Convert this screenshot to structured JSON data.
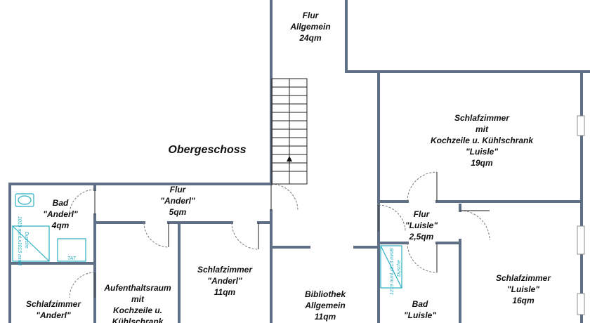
{
  "floor_title": "Obergeschoss",
  "rooms": [
    {
      "id": "flur-allgemein",
      "lines": [
        "Flur",
        "Allgemein",
        "24qm"
      ]
    },
    {
      "id": "schlafzimmer-kochzeile-luisle",
      "lines": [
        "Schlafzimmer",
        "mit",
        "Kochzeile u. Kühlschrank",
        "\"Luisle\"",
        "19qm"
      ]
    },
    {
      "id": "bad-anderl",
      "lines": [
        "Bad",
        "\"Anderl\"",
        "4qm"
      ]
    },
    {
      "id": "flur-anderl",
      "lines": [
        "Flur",
        "\"Anderl\"",
        "5qm"
      ]
    },
    {
      "id": "flur-luisle",
      "lines": [
        "Flur",
        "\"Luisle\"",
        "2,5qm"
      ]
    },
    {
      "id": "schlafzimmer-anderl",
      "lines": [
        "Schlafzimmer",
        "\"Anderl\"",
        "11qm"
      ]
    },
    {
      "id": "schlafzimmer-luisle",
      "lines": [
        "Schlafzimmer",
        "\"Luisle\"",
        "16qm"
      ]
    },
    {
      "id": "aufenthaltsraum",
      "lines": [
        "Aufenthaltsraum",
        "mit",
        "Kochzeile u.",
        "Kühlschrank"
      ]
    },
    {
      "id": "bibliothek",
      "lines": [
        "Bibliothek",
        "Allgemein",
        "11qm"
      ]
    },
    {
      "id": "bad-luisle",
      "lines": [
        "Bad",
        "\"Luisle\""
      ]
    },
    {
      "id": "schlafzimmer-anderl-2",
      "lines": [
        "Schlafzimmer",
        "\"Anderl\""
      ]
    }
  ],
  "fixtures": {
    "shower_anderl": {
      "label": "Dusche",
      "dims": "1015 mmLx1015 mmB"
    },
    "shower_luisle": {
      "label": "Dusche",
      "dims": "1219 mmLx813 mmB"
    },
    "wc_mark": "TAT"
  }
}
